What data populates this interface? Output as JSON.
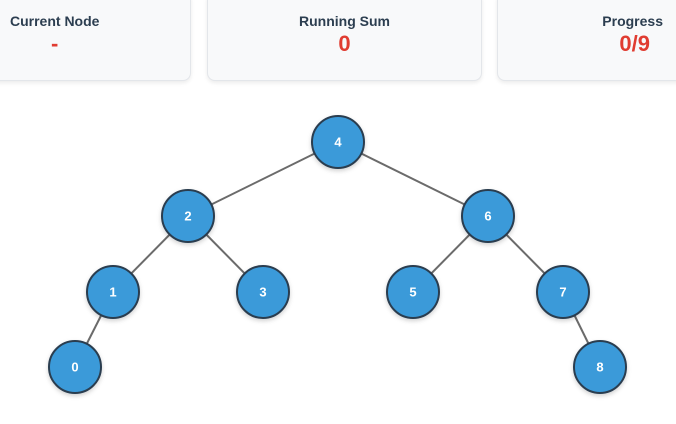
{
  "stats": {
    "current_node": {
      "label": "Current Node",
      "value": "-"
    },
    "running_sum": {
      "label": "Running Sum",
      "value": "0"
    },
    "progress": {
      "label": "Progress",
      "value": "0/9"
    }
  },
  "colors": {
    "node_fill": "#3a9ad9",
    "node_stroke": "#2c3e50",
    "edge": "#6b6b6b",
    "stat_value": "#e03c31",
    "stat_label": "#2c3e50",
    "card_bg": "#f8f9fa"
  },
  "tree": {
    "nodes": [
      {
        "id": "4",
        "label": "4"
      },
      {
        "id": "2",
        "label": "2"
      },
      {
        "id": "6",
        "label": "6"
      },
      {
        "id": "1",
        "label": "1"
      },
      {
        "id": "3",
        "label": "3"
      },
      {
        "id": "5",
        "label": "5"
      },
      {
        "id": "7",
        "label": "7"
      },
      {
        "id": "0",
        "label": "0"
      },
      {
        "id": "8",
        "label": "8"
      }
    ],
    "edges": [
      [
        "4",
        "2"
      ],
      [
        "4",
        "6"
      ],
      [
        "2",
        "1"
      ],
      [
        "2",
        "3"
      ],
      [
        "6",
        "5"
      ],
      [
        "6",
        "7"
      ],
      [
        "1",
        "0"
      ],
      [
        "7",
        "8"
      ]
    ]
  }
}
